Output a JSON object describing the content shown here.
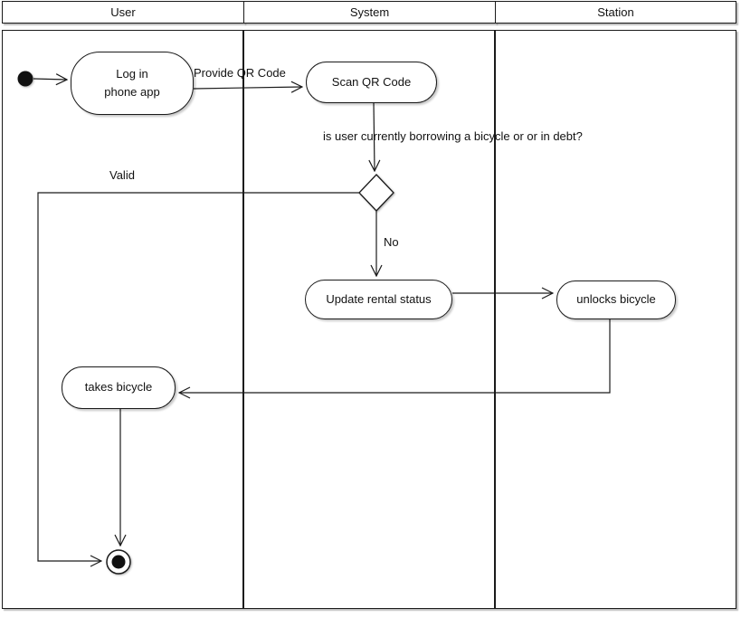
{
  "lanes": {
    "user": "User",
    "system": "System",
    "station": "Station"
  },
  "nodes": {
    "login": "Log in\nphone app",
    "scan": "Scan QR Code",
    "update": "Update rental status",
    "unlock": "unlocks bicycle",
    "take": "takes bicycle"
  },
  "edge_labels": {
    "provide": "Provide QR Code",
    "question": "is user currently borrowing a bicycle or or in debt?",
    "valid": "Valid",
    "no": "No"
  },
  "colors": {
    "line": "#1a1a1a",
    "background": "#ffffff",
    "node_fill": "#ffffff"
  }
}
